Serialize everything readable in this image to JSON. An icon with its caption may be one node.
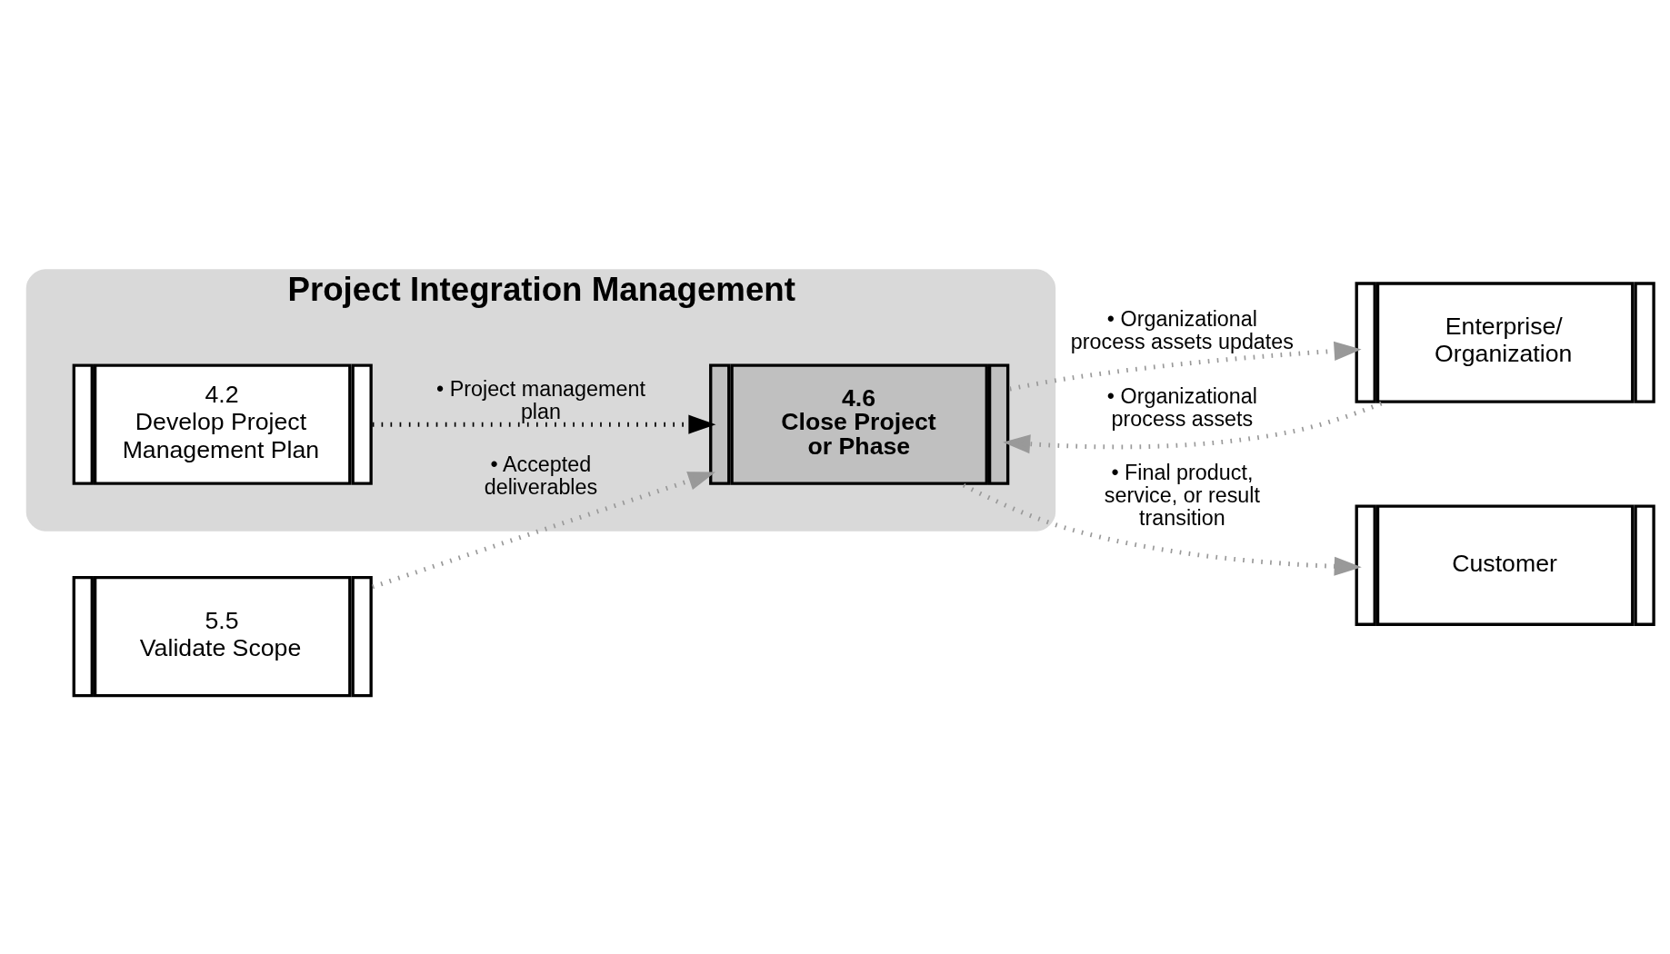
{
  "diagram": {
    "nodes": [
      {
        "text": [
          "Project Integration Management"
        ]
      },
      {
        "text": [
          "4.2",
          "Develop Project Management Plan"
        ],
        "in": 0
      },
      {
        "text": [
          "4.6",
          "Close Project or Phase"
        ],
        "in": 0
      },
      {
        "text": [
          "5.5",
          "Validate Scope"
        ]
      },
      {
        "text": [
          "Enterprise/ Organization"
        ]
      },
      {
        "text": [
          "Customer"
        ]
      }
    ],
    "edges": [
      {
        "from": 1,
        "to": 2,
        "arrow": "to",
        "label": "• Project management plan",
        "style": "dashed",
        "color": "#000000"
      },
      {
        "from": 3,
        "to": 2,
        "arrow": "to",
        "label": "• Accepted deliverables",
        "style": "dashed"
      },
      {
        "from": 4,
        "to": 2,
        "arrow": "to",
        "label": "• Organizational process assets",
        "style": "dashed"
      },
      {
        "from": 2,
        "to": 5,
        "arrow": "to",
        "label": "• Final product, service, or result transition",
        "style": "dashed"
      },
      {
        "from": 2,
        "to": 4,
        "arrow": "to",
        "label": "• Organizational process assets updates",
        "style": "dashed"
      }
    ]
  }
}
